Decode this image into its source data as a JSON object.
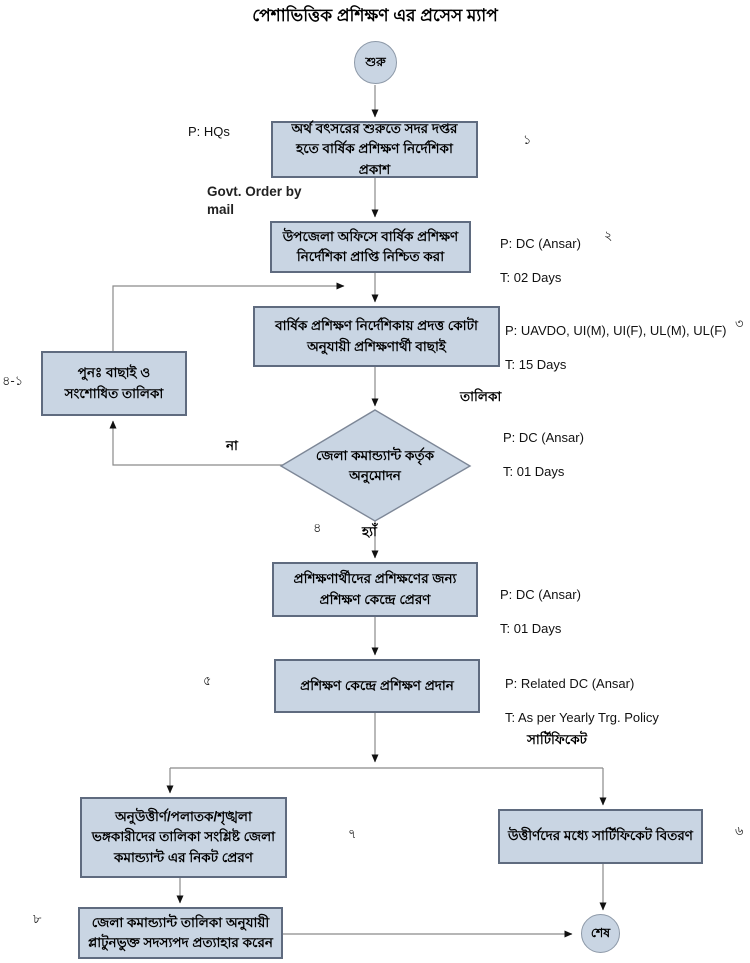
{
  "title": "পেশাভিত্তিক প্রশিক্ষণ এর প্রসেস ম্যাপ",
  "colors": {
    "node_fill": "#c9d5e3",
    "node_border": "#5f6b7f",
    "connector": "#8a8a8a",
    "arrowhead": "#111111",
    "background": "#ffffff"
  },
  "nodes": {
    "start": "শুরু",
    "publish": "অর্থ বৎসরের শুরুতে সদর দপ্তর হতে বার্ষিক প্রশিক্ষণ নির্দেশিকা প্রকাশ",
    "ensure": "উপজেলা অফিসে বার্ষিক প্রশিক্ষণ নির্দেশিকা প্রাপ্তি নিশ্চিত করা",
    "select": "বার্ষিক প্রশিক্ষণ নির্দেশিকায় প্রদত্ত কোটা অনুযায়ী প্রশিক্ষণার্থী বাছাই",
    "revise": "পুনঃ বাছাই ও সংশোধিত তালিকা",
    "approve": "জেলা কমান্ড্যান্ট কর্তৃক অনুমোদন",
    "send": "প্রশিক্ষণার্থীদের প্রশিক্ষণের জন্য প্রশিক্ষণ কেন্দ্রে প্রেরণ",
    "train": "প্রশিক্ষণ কেন্দ্রে প্রশিক্ষণ প্রদান",
    "fail_list": "অনুউত্তীর্ণ/পলাতক/শৃঙ্খলা ভঙ্গকারীদের তালিকা সংশ্লিষ্ট জেলা কমান্ড্যান্ট এর নিকট প্রেরণ",
    "distribute": "উত্তীর্ণদের মধ্যে সার্টিফিকেট বিতরণ",
    "withdraw": "জেলা কমান্ড্যান্ট তালিকা অনুযায়ী প্লাটুনভুক্ত সদস্যপদ প্রত্যাহার করেন",
    "end": "শেষ"
  },
  "annotations": {
    "hqs": "P: HQs",
    "govt_order": "Govt. Order by mail",
    "ensure": {
      "p": "P: DC (Ansar)",
      "t": "T: 02 Days"
    },
    "select": {
      "p": "P: UAVDO, UI(M), UI(F), UL(M), UL(F)",
      "t": "T: 15 Days"
    },
    "approve": {
      "p": "P: DC (Ansar)",
      "t": "T: 01 Days"
    },
    "send": {
      "p": "P: DC (Ansar)",
      "t": "T: 01 Days"
    },
    "train": {
      "p": "P: Related DC (Ansar)",
      "t": "T: As per Yearly Trg. Policy"
    }
  },
  "edge_labels": {
    "list": "তালিকা",
    "no": "না",
    "yes": "হ্যাঁ",
    "certificate": "সার্টিফিকেট"
  },
  "step_numbers": {
    "s1": "১",
    "s2": "২",
    "s3": "৩",
    "s4": "৪",
    "s4_1": "৪-১",
    "s5": "৫",
    "s6": "৬",
    "s7": "৭",
    "s8": "৮"
  }
}
